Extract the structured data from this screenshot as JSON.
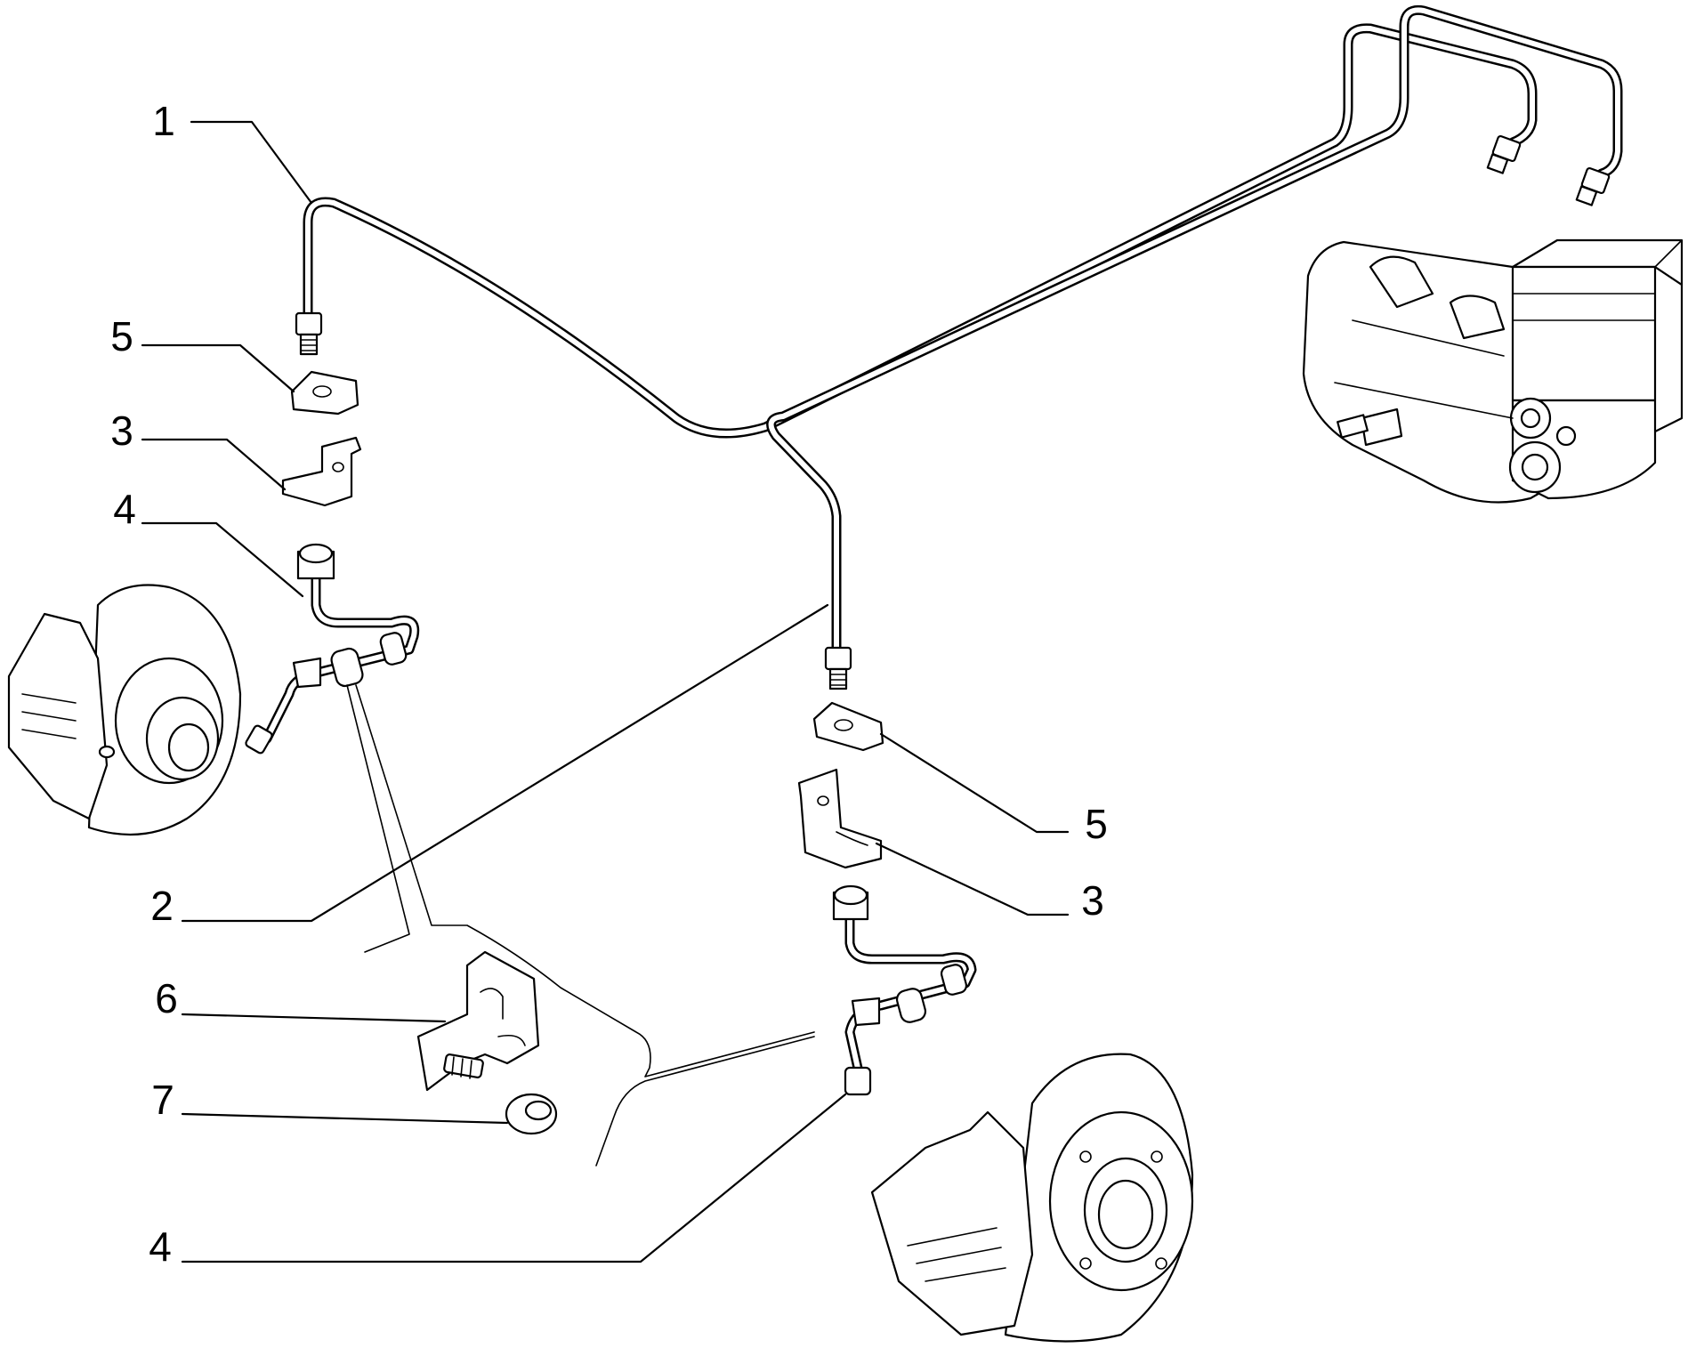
{
  "callouts": [
    {
      "label": "1"
    },
    {
      "label": "5"
    },
    {
      "label": "3"
    },
    {
      "label": "4"
    },
    {
      "label": "2"
    },
    {
      "label": "6"
    },
    {
      "label": "7"
    },
    {
      "label": "4"
    },
    {
      "label": "5"
    },
    {
      "label": "3"
    }
  ]
}
